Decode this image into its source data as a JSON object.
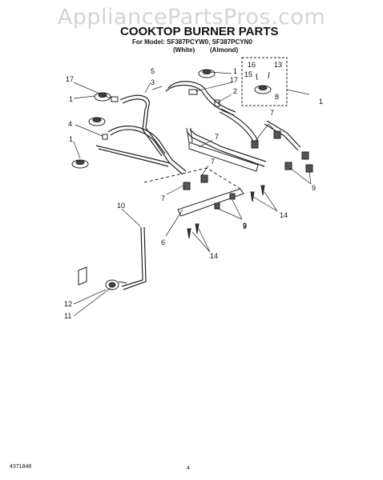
{
  "watermark": "AppliancePartsPros.com",
  "header": {
    "title": "COOKTOP BURNER PARTS",
    "model_line": "For Model: SF387PCYW0, SF387PCYN0",
    "variants": [
      "(White)",
      "(Almond)"
    ]
  },
  "callouts": [
    "17",
    "5",
    "3",
    "1",
    "17",
    "2",
    "16",
    "13",
    "15",
    "8",
    "1",
    "1",
    "4",
    "1",
    "7",
    "7",
    "9",
    "7",
    "9",
    "10",
    "7",
    "14",
    "6",
    "9",
    "14",
    "12",
    "11"
  ],
  "footer": {
    "doc_number": "4371848",
    "page_number": "4"
  }
}
